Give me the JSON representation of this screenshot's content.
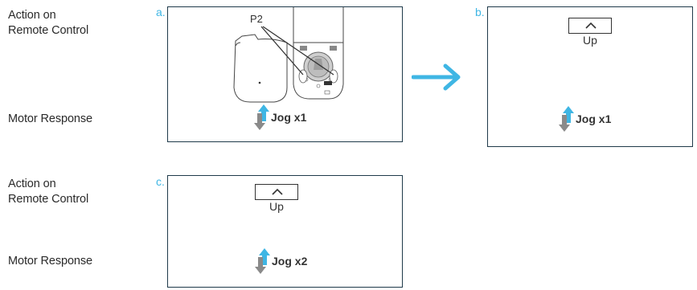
{
  "labels": {
    "action_line1": "Action on",
    "action_line2": "Remote Control",
    "motor_response": "Motor Response"
  },
  "panels": {
    "a": {
      "letter": "a.",
      "callout": "P2",
      "jog": "Jog x1"
    },
    "b": {
      "letter": "b.",
      "button": "Up",
      "jog": "Jog x1"
    },
    "c": {
      "letter": "c.",
      "button": "Up",
      "jog": "Jog x2"
    }
  },
  "icons": {
    "up_button": "chevron-up-icon",
    "jog": "up-down-arrows-icon",
    "next_step": "right-arrow-icon"
  },
  "colors": {
    "accent": "#3fb6e4",
    "arrow_down": "#8a8a8a",
    "border": "#1f3a4a",
    "text": "#2a2a2a"
  }
}
